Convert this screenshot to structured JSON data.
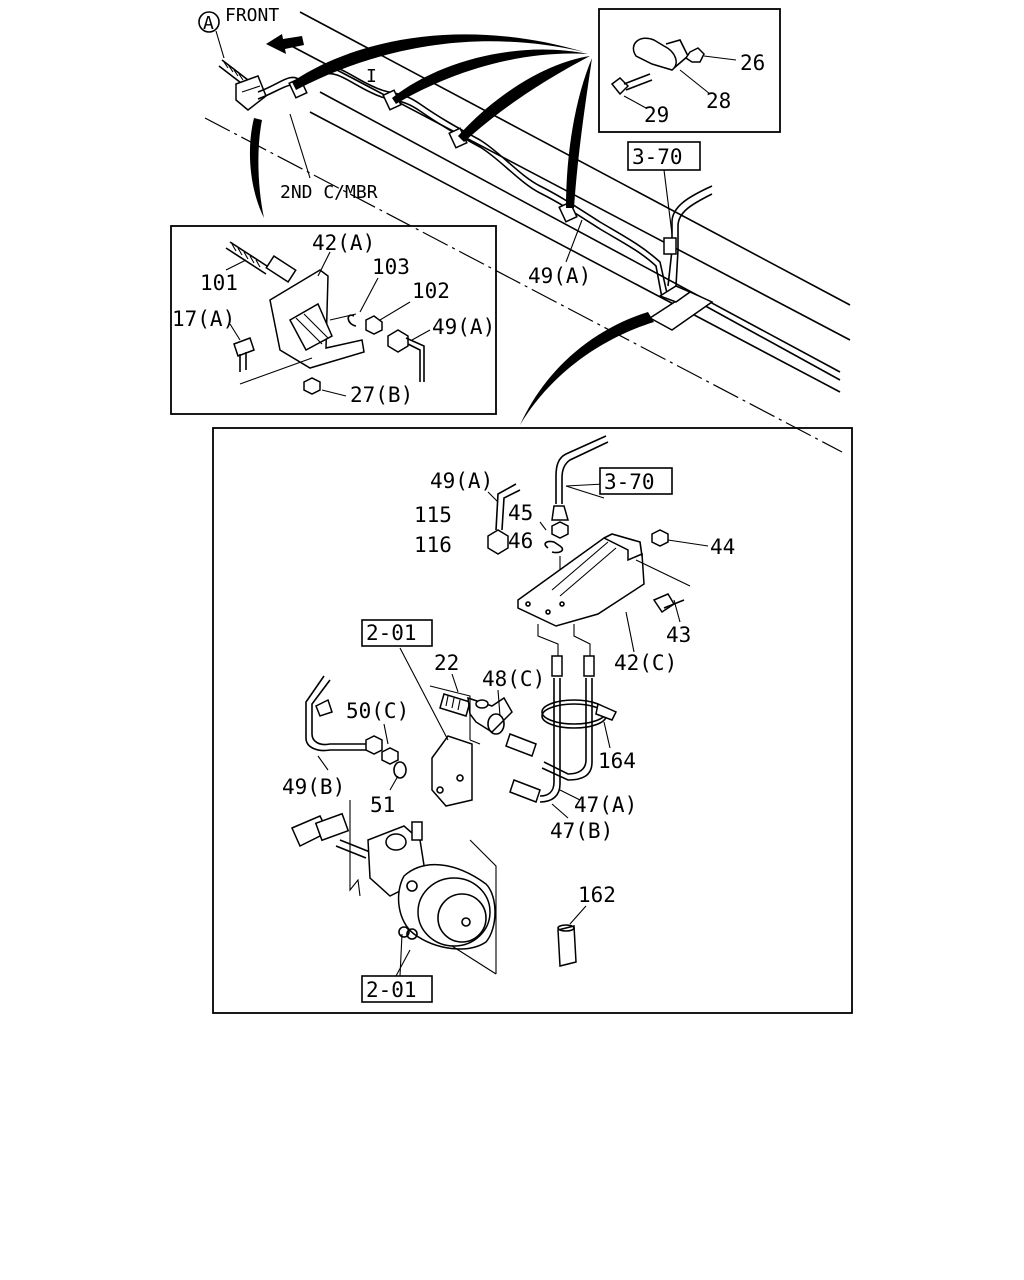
{
  "top_view": {
    "front_marker": "A",
    "front_label": "FRONT",
    "member_label": "2ND C/MBR",
    "clip_label": "I",
    "pipe_ref": "49(A)",
    "section_ref": "3-70"
  },
  "clip_inset": {
    "labels": [
      "26",
      "28",
      "29"
    ]
  },
  "bracket_inset": {
    "labels": [
      "42(A)",
      "101",
      "103",
      "102",
      "17(A)",
      "49(A)",
      "27(B)"
    ]
  },
  "main_detail": {
    "labels": {
      "pipe_a": "49(A)",
      "ref_370": "3-70",
      "n115": "115",
      "n45": "45",
      "n46": "46",
      "n116": "116",
      "n44": "44",
      "n43": "43",
      "n42c": "42(C)",
      "ref_201_top": "2-01",
      "n22": "22",
      "n48c": "48(C)",
      "n50c": "50(C)",
      "n49b": "49(B)",
      "n164": "164",
      "n51": "51",
      "n47a": "47(A)",
      "n47b": "47(B)",
      "n162": "162",
      "ref_201_bottom": "2-01"
    }
  }
}
